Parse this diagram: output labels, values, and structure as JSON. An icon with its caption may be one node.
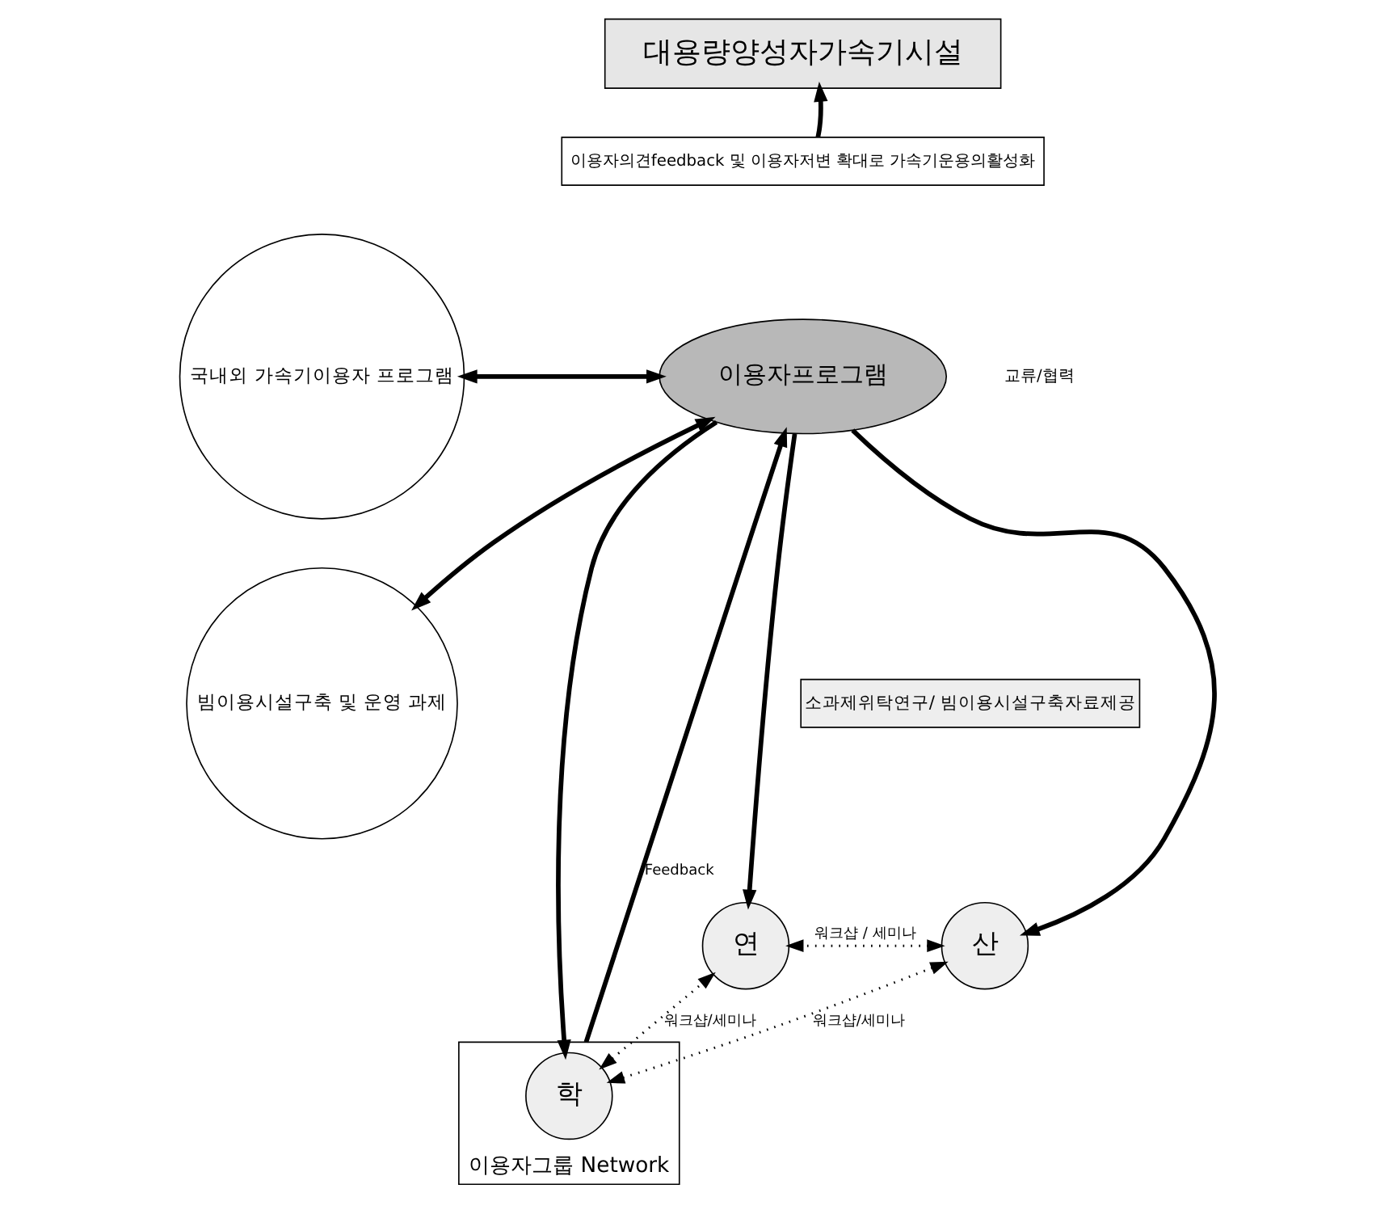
{
  "diagram": {
    "nodes": [
      {
        "text": [
          "대용량양성자가속기시설"
        ]
      },
      {
        "text": [
          "이용자의견feedback 및 이용자저변 확대로 가속기운용의활성화"
        ]
      },
      {
        "text": [
          "이용자프로그램"
        ]
      },
      {
        "text": [
          "국내외 가속기이용자 프로그램"
        ]
      },
      {
        "text": [
          "빔이용시설구축 및 운영 과제"
        ]
      },
      {
        "text": [
          "소과제위탁연구/ 빔이용시설구축자료제공"
        ]
      },
      {
        "text": [
          "이용자그룹 Network"
        ]
      },
      {
        "text": [
          "산"
        ]
      },
      {
        "text": [
          "학"
        ],
        "in": 6
      },
      {
        "text": [
          "연"
        ]
      }
    ],
    "edges": [
      {
        "from": 1,
        "to": 0,
        "arrow": "to"
      },
      {
        "from": 2,
        "to": 3,
        "arrow": "both"
      },
      {
        "from": 2,
        "to": 4,
        "arrow": "both"
      },
      {
        "from": 2,
        "to": 7,
        "arrow": "to"
      },
      {
        "from": 2,
        "to": 8,
        "arrow": "to"
      },
      {
        "from": 2,
        "to": 9,
        "arrow": "to"
      },
      {
        "from": 7,
        "to": 9,
        "arrow": "both",
        "style": "dashed",
        "label": "워크샵 / 세미나"
      },
      {
        "from": 7,
        "to": 8,
        "arrow": "both",
        "style": "dashed",
        "label": "워크샵/세미나"
      },
      {
        "from": 8,
        "to": 9,
        "arrow": "both",
        "style": "dashed",
        "label": "워크샵/세미나"
      },
      {
        "from": 6,
        "to": 2,
        "arrow": "to",
        "label": "Feedback"
      }
    ],
    "labels": [
      "교류/협력"
    ]
  }
}
